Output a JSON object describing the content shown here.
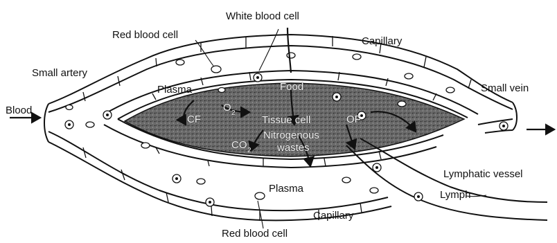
{
  "labels": {
    "white_blood_cell": "White blood cell",
    "red_blood_cell_top": "Red blood cell",
    "capillary_top": "Capillary",
    "small_artery": "Small artery",
    "plasma_top": "Plasma",
    "food": "Food",
    "small_vein": "Small vein",
    "blood": "Blood",
    "cf": "CF",
    "o2": "O",
    "o2_sub": "2",
    "tissue_cell": "Tissue cell",
    "of": "OF",
    "co2": "CO",
    "co2_sub": "2",
    "nitrogenous": "Nitrogenous",
    "wastes": "wastes",
    "lymphatic_vessel": "Lymphatic vessel",
    "plasma_bottom": "Plasma",
    "lymph": "Lymph",
    "capillary_bottom": "Capillary",
    "red_blood_cell_bottom": "Red blood cell"
  },
  "colors": {
    "ink": "#111111",
    "tissue_fill": "#555555",
    "paper": "#ffffff"
  }
}
